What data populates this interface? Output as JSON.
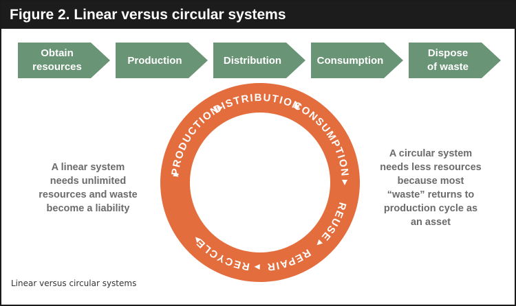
{
  "figure": {
    "title": "Figure 2. Linear versus circular systems",
    "caption": "Linear versus circular systems"
  },
  "linear": {
    "steps": [
      {
        "line1": "Obtain",
        "line2": "resources"
      },
      {
        "line1": "Production",
        "line2": ""
      },
      {
        "line1": "Distribution",
        "line2": ""
      },
      {
        "line1": "Consumption",
        "line2": ""
      },
      {
        "line1": "Dispose",
        "line2": "of waste"
      }
    ],
    "description": [
      "A linear system",
      "needs unlimited",
      "resources and waste",
      "become a liability"
    ]
  },
  "circular": {
    "stages": [
      "DISTRIBUTION",
      "CONSUMPTION",
      "REUSE",
      "REPAIR",
      "RECYCLE",
      "PRODUCTION"
    ],
    "description": [
      "A circular system",
      "needs less resources",
      "because most",
      "“waste” returns to",
      "production cycle as",
      "an asset"
    ]
  },
  "colors": {
    "title_bar": "#1c1c1c",
    "arrow_fill": "#6a9476",
    "ring_fill": "#e46d3e",
    "ring_arrow": "#ffffff",
    "side_text": "#6b6b6b"
  }
}
